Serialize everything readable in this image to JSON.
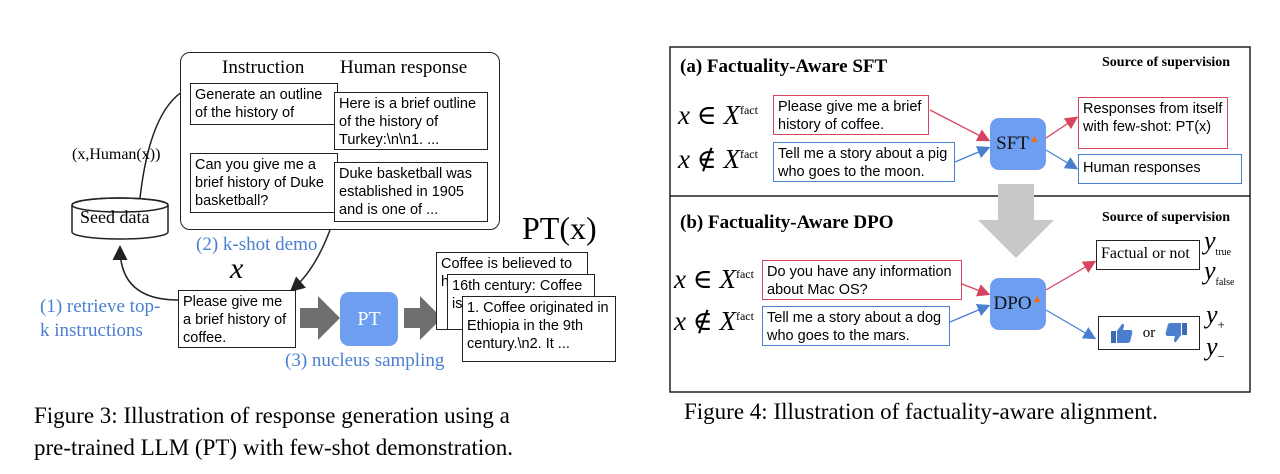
{
  "fig3": {
    "header_instruction": "Instruction",
    "header_human": "Human response",
    "ex1_instruction": "Generate an outline of the history of Turkey",
    "ex1_response": "Here is a brief outline of the history of Turkey:\\n\\n1. ...",
    "ex2_instruction": "Can you give me a brief history of Duke basketball?",
    "ex2_response": "Duke basketball was established in 1905 and is one of ...",
    "pair_label": "(x,Human(x))",
    "seed_label": "Seed data",
    "step2": "(2) k-shot demo",
    "step1_line1": "(1) retrieve top-",
    "step1_line2": "k instructions",
    "step3": "(3) nucleus sampling",
    "x_symbol": "x",
    "query": "Please give me a brief history of coffee.",
    "pt_node": "PT",
    "pt_output_label": "PT(x)",
    "out1": "Coffee is believed to h...",
    "out2": "16th century: Coffee is... E...",
    "out3": "1. Coffee originated in Ethiopia in the 9th century.\\n2. It ...",
    "caption_line1": "Figure 3:  Illustration of response generation using a",
    "caption_line2": "pre-trained LLM (PT) with few-shot demonstration."
  },
  "fig4": {
    "title_a": "(a) Factuality-Aware SFT",
    "source_a": "Source of supervision",
    "cond_in": "x ∈ X",
    "cond_out": "x ∉ X",
    "sup_fact": "fact",
    "prompt_a1": "Please give me a brief history of coffee.",
    "prompt_a2": "Tell me a story about a pig who goes to the moon.",
    "sft_node": "SFT",
    "resp_self": "Responses from itself with few-shot: PT(x)",
    "resp_human": "Human responses",
    "title_b": "(b) Factuality-Aware DPO",
    "source_b": "Source of supervision",
    "prompt_b1": "Do you have any information about Mac OS?",
    "prompt_b2": "Tell me a story about a dog who goes to the mars.",
    "dpo_node": "DPO",
    "factual_label": "Factual or not",
    "y_true": "true",
    "y_false": "false",
    "or_label": "or",
    "y_plus": "+",
    "y_minus": "−",
    "y_sym": "y",
    "caption": "Figure 4: Illustration of factuality-aware alignment."
  },
  "colors": {
    "node_blue": "#6d9ef0",
    "label_blue": "#4a7fd0",
    "red": "#d6455f",
    "arrow_gray": "#6e6e6e",
    "light_gray": "#c8c8c8"
  }
}
